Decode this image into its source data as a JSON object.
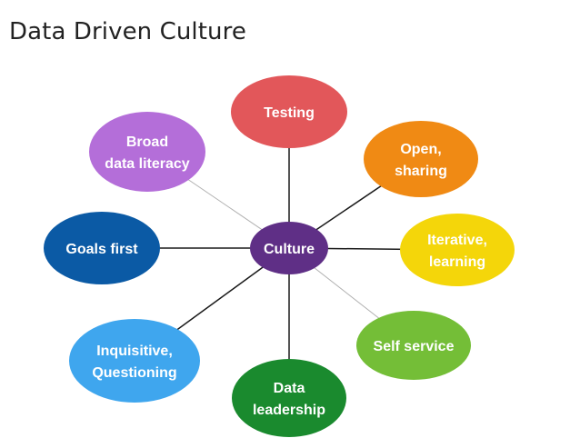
{
  "slide": {
    "title": "Data Driven Culture"
  },
  "diagram": {
    "center": {
      "label": "Culture",
      "color": "#5f2f86"
    },
    "nodes": [
      {
        "id": "testing",
        "lines": [
          "Testing"
        ],
        "color": "#e2575a",
        "connector": "dark"
      },
      {
        "id": "open-sharing",
        "lines": [
          "Open,",
          "sharing"
        ],
        "color": "#f08a14",
        "connector": "dark"
      },
      {
        "id": "iterative-learning",
        "lines": [
          "Iterative,",
          "learning"
        ],
        "color": "#f4d60a",
        "connector": "dark"
      },
      {
        "id": "self-service",
        "lines": [
          "Self service"
        ],
        "color": "#74be37",
        "connector": "light"
      },
      {
        "id": "data-leadership",
        "lines": [
          "Data",
          "leadership"
        ],
        "color": "#1a8a2e",
        "connector": "dark"
      },
      {
        "id": "inquisitive-questioning",
        "lines": [
          "Inquisitive,",
          "Questioning"
        ],
        "color": "#3fa6ee",
        "connector": "dark"
      },
      {
        "id": "goals-first",
        "lines": [
          "Goals first"
        ],
        "color": "#0b5aa5",
        "connector": "dark"
      },
      {
        "id": "broad-data-literacy",
        "lines": [
          "Broad",
          "data literacy"
        ],
        "color": "#b46ed9",
        "connector": "light"
      }
    ],
    "connector_colors": {
      "dark": "#1a1a1a",
      "light": "#b0b0b0"
    }
  }
}
